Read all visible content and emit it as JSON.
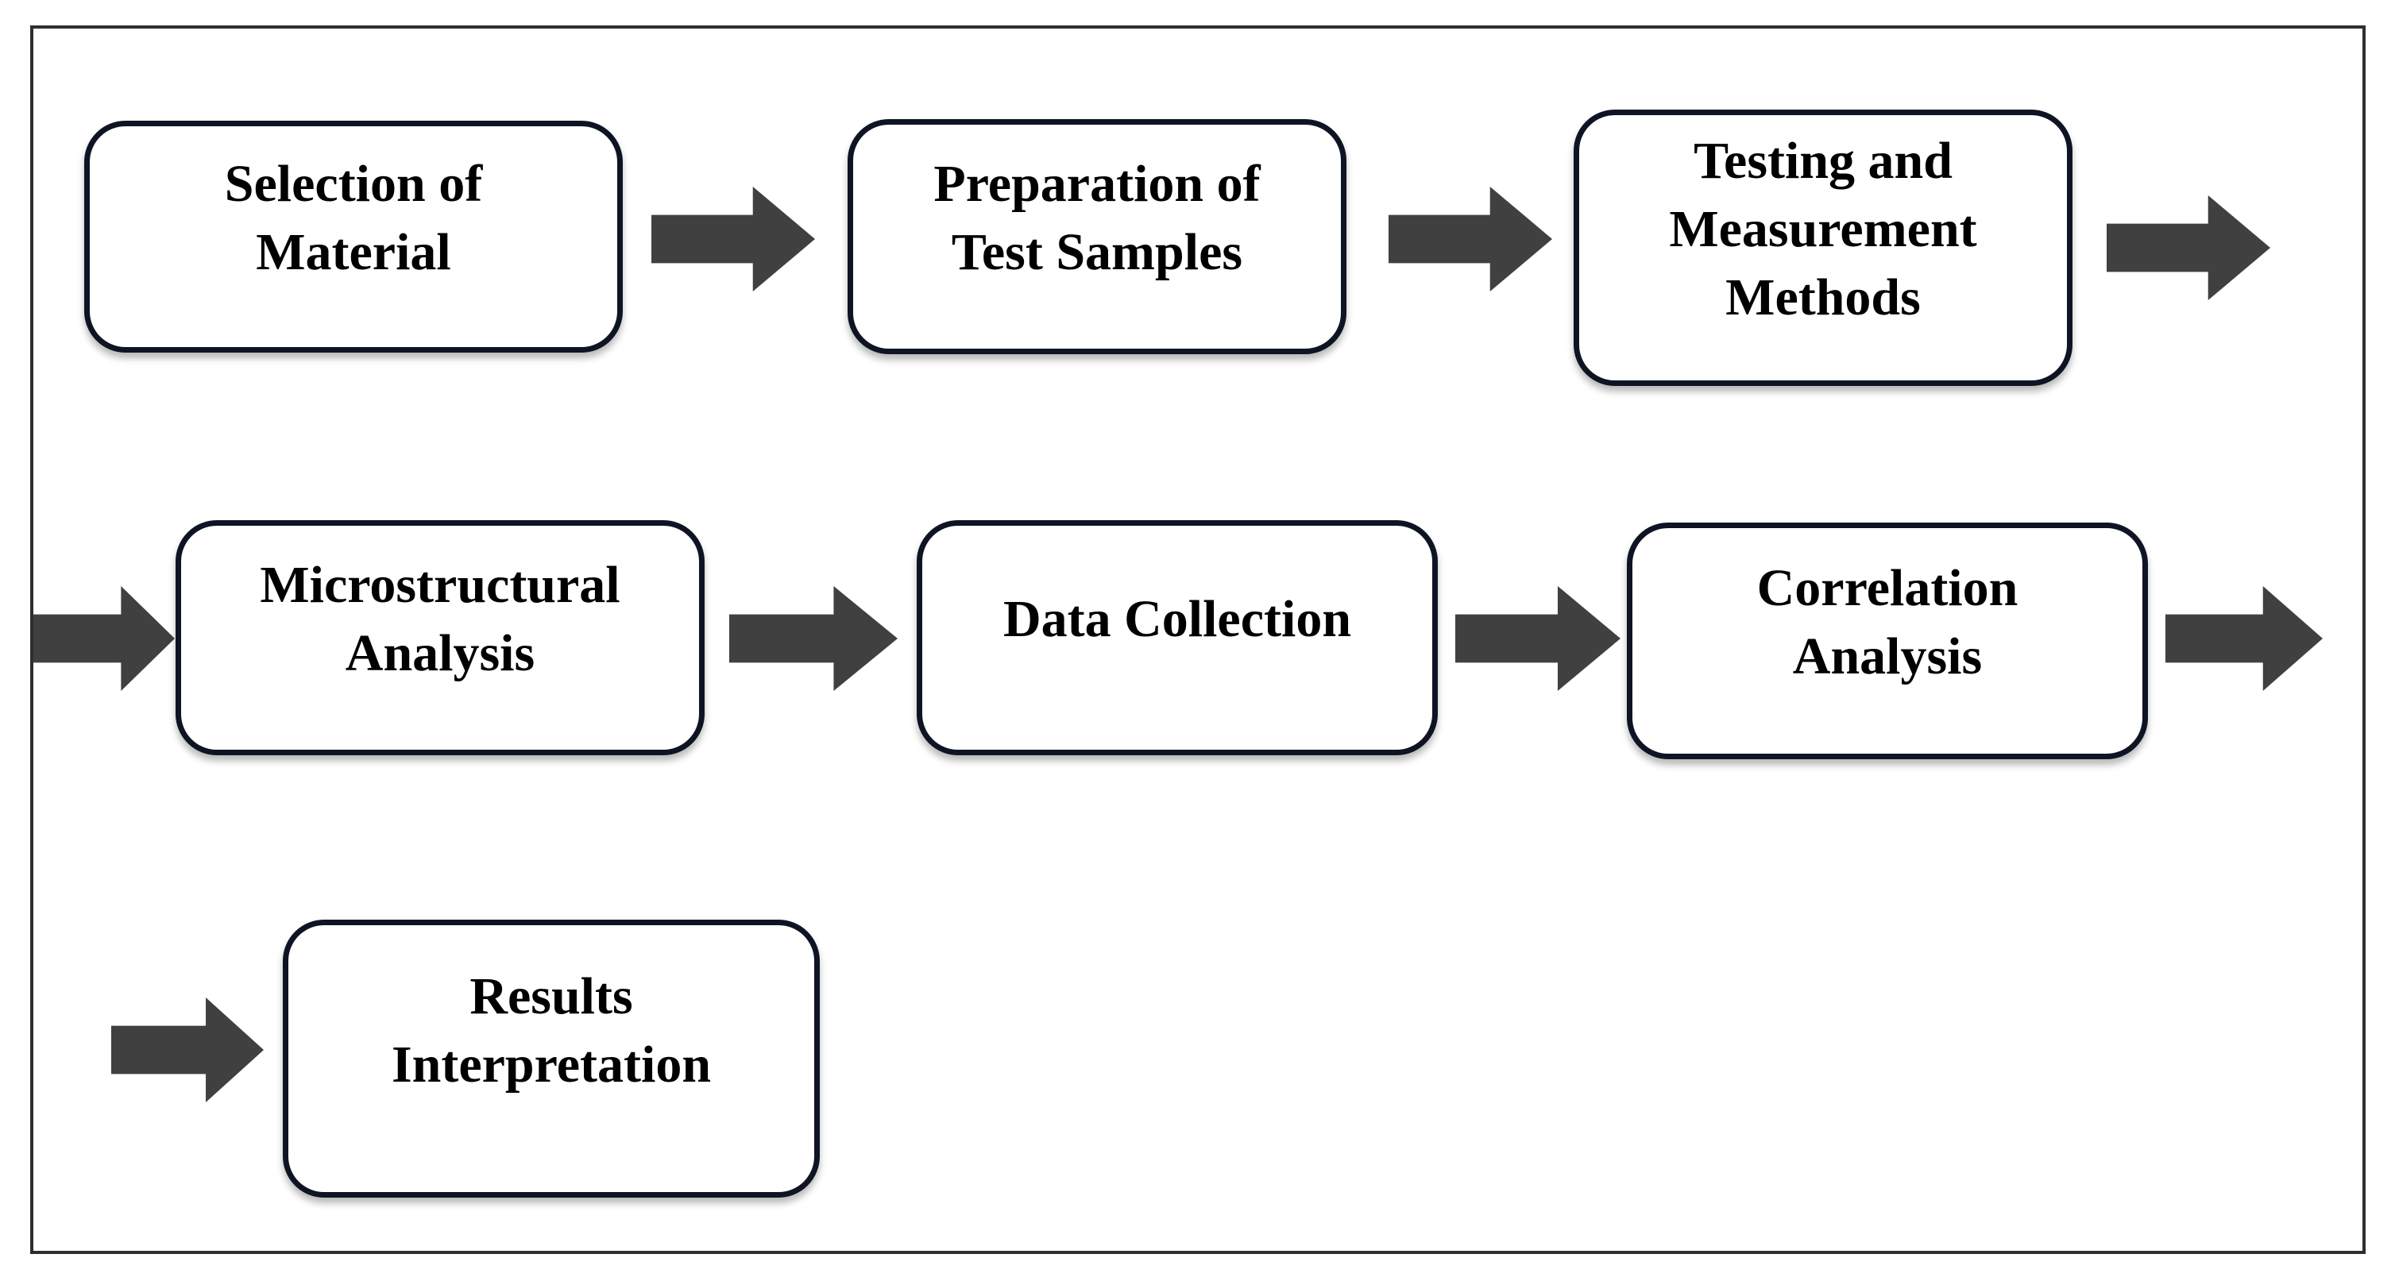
{
  "styles": {
    "box_border_color": "#0e1424",
    "box_fill": "#ffffff",
    "arrow_color": "#404040",
    "text_color": "#000000",
    "frame_border_color": "#2e2e2e",
    "page_bg": "#ffffff"
  },
  "flowchart": {
    "type": "process-flow",
    "direction": "left-to-right, wrapping over 3 rows",
    "steps": [
      {
        "label": "Selection of\nMaterial"
      },
      {
        "label": "Preparation of\nTest Samples"
      },
      {
        "label": "Testing and\nMeasurement\nMethods"
      },
      {
        "label": "Microstructural\nAnalysis"
      },
      {
        "label": "Data Collection"
      },
      {
        "label": "Correlation\nAnalysis"
      },
      {
        "label": "Results\nInterpretation"
      }
    ],
    "connections": [
      "Selection of Material -> Preparation of Test Samples",
      "Preparation of Test Samples -> Testing and Measurement Methods",
      "Testing and Measurement Methods -> Microstructural Analysis",
      "Microstructural Analysis -> Data Collection",
      "Data Collection -> Correlation Analysis",
      "Correlation Analysis -> Results Interpretation"
    ]
  }
}
